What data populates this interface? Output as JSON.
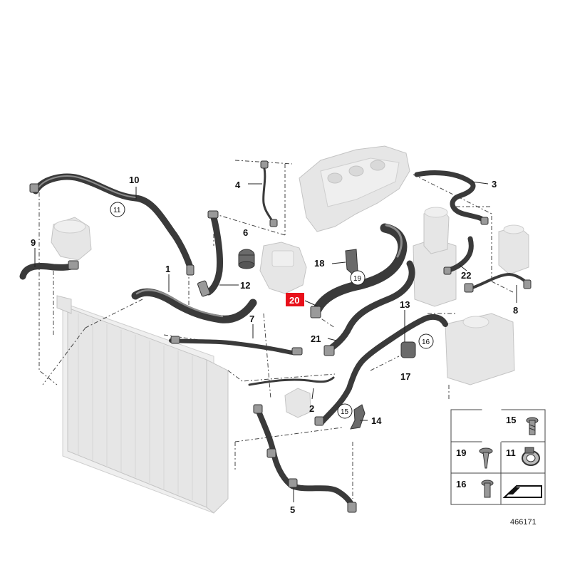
{
  "labels": {
    "l1": "1",
    "l2": "2",
    "l3": "3",
    "l4": "4",
    "l5": "5",
    "l6": "6",
    "l7": "7",
    "l8": "8",
    "l9": "9",
    "l10": "10",
    "l12": "12",
    "l13": "13",
    "l14": "14",
    "l17": "17",
    "l18": "18",
    "l20": "20",
    "l21": "21",
    "l22": "22"
  },
  "refs": {
    "r11": "11",
    "r19": "19",
    "r16": "16",
    "r15": "15"
  },
  "legend": {
    "i15": "15",
    "i19": "19",
    "i11": "11",
    "i16": "16"
  },
  "doc_number": "466171",
  "colors": {
    "highlight": "#e8101a",
    "hose": "#3a3a3a",
    "pale_part": "#e6e6e6"
  }
}
